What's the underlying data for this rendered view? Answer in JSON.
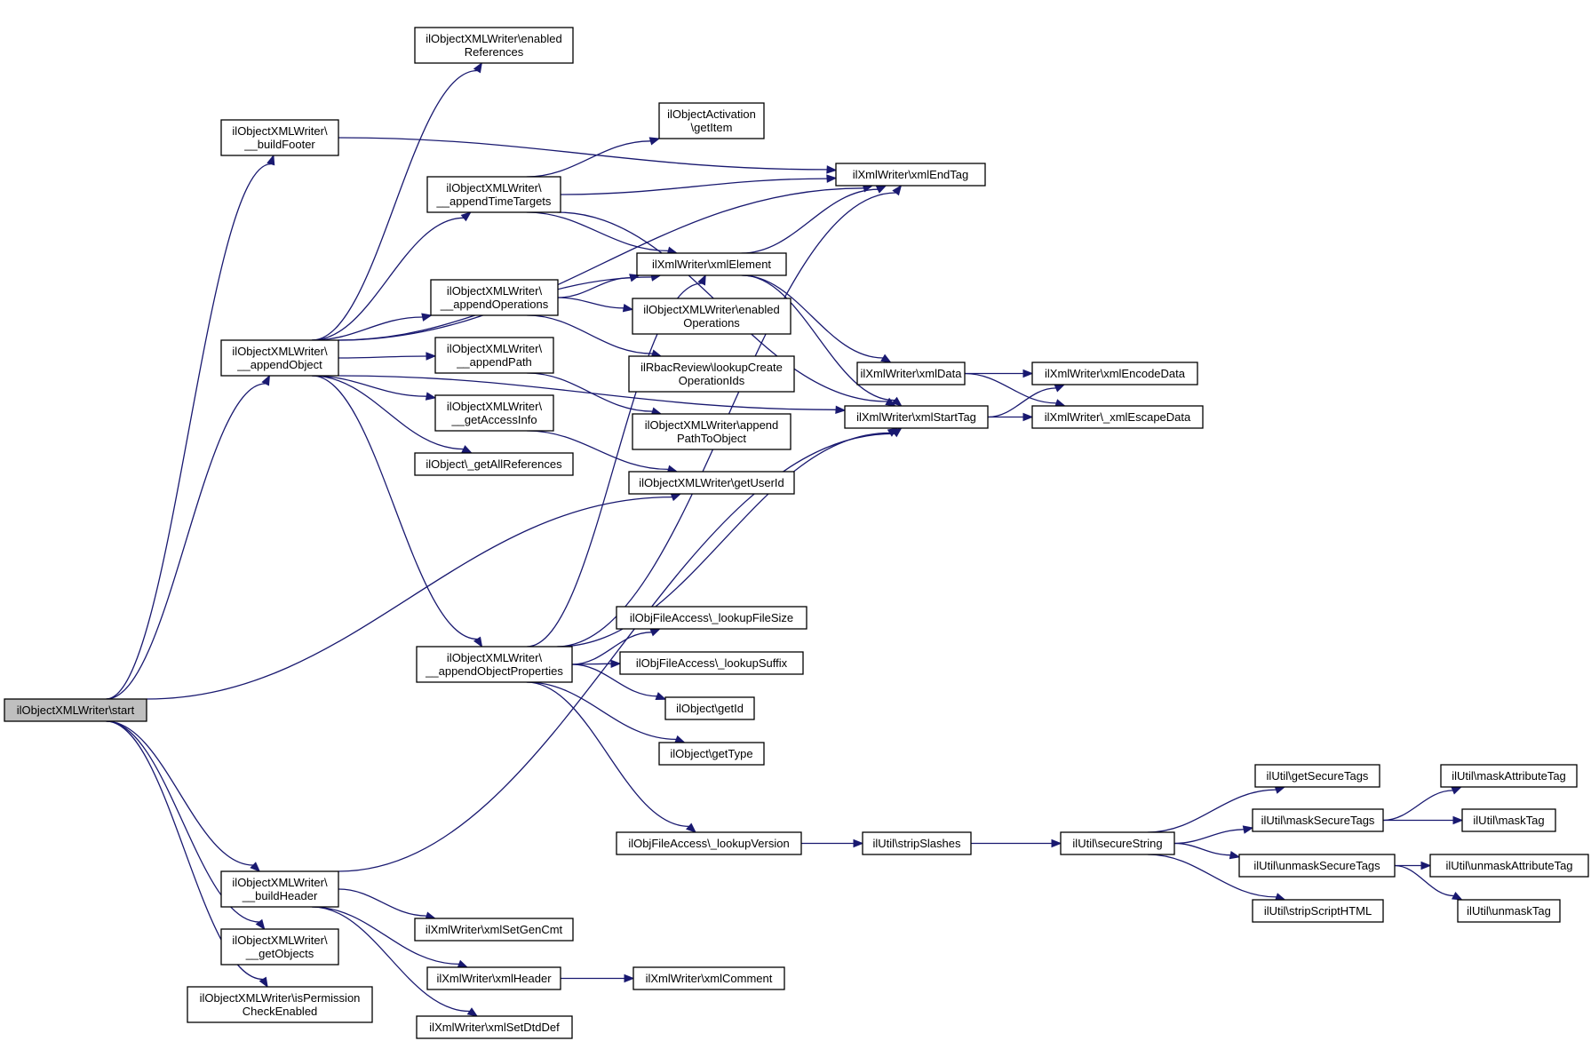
{
  "graph": {
    "nodes": [
      {
        "id": "start",
        "lines": [
          "ilObjectXMLWriter\\start"
        ],
        "root": true
      },
      {
        "id": "buildFooter",
        "lines": [
          "ilObjectXMLWriter\\",
          "__buildFooter"
        ]
      },
      {
        "id": "appendObject",
        "lines": [
          "ilObjectXMLWriter\\",
          "__appendObject"
        ]
      },
      {
        "id": "buildHeader",
        "lines": [
          "ilObjectXMLWriter\\",
          "__buildHeader"
        ]
      },
      {
        "id": "getObjects",
        "lines": [
          "ilObjectXMLWriter\\",
          "__getObjects"
        ]
      },
      {
        "id": "isPermission",
        "lines": [
          "ilObjectXMLWriter\\isPermission",
          "CheckEnabled"
        ]
      },
      {
        "id": "enabledReferences",
        "lines": [
          "ilObjectXMLWriter\\enabled",
          "References"
        ]
      },
      {
        "id": "appendTimeTargets",
        "lines": [
          "ilObjectXMLWriter\\",
          "__appendTimeTargets"
        ]
      },
      {
        "id": "appendOperations",
        "lines": [
          "ilObjectXMLWriter\\",
          "__appendOperations"
        ]
      },
      {
        "id": "appendPath",
        "lines": [
          "ilObjectXMLWriter\\",
          "__appendPath"
        ]
      },
      {
        "id": "getAccessInfo",
        "lines": [
          "ilObjectXMLWriter\\",
          "__getAccessInfo"
        ]
      },
      {
        "id": "getAllReferences",
        "lines": [
          "ilObject\\_getAllReferences"
        ]
      },
      {
        "id": "appendObjectProperties",
        "lines": [
          "ilObjectXMLWriter\\",
          "__appendObjectProperties"
        ]
      },
      {
        "id": "xmlSetGenCmt",
        "lines": [
          "ilXmlWriter\\xmlSetGenCmt"
        ]
      },
      {
        "id": "xmlHeader",
        "lines": [
          "ilXmlWriter\\xmlHeader"
        ]
      },
      {
        "id": "xmlSetDtdDef",
        "lines": [
          "ilXmlWriter\\xmlSetDtdDef"
        ]
      },
      {
        "id": "getItem",
        "lines": [
          "ilObjectActivation",
          "\\getItem"
        ]
      },
      {
        "id": "xmlElement",
        "lines": [
          "ilXmlWriter\\xmlElement"
        ]
      },
      {
        "id": "enabledOperations",
        "lines": [
          "ilObjectXMLWriter\\enabled",
          "Operations"
        ]
      },
      {
        "id": "lookupCreateOperationIds",
        "lines": [
          "ilRbacReview\\lookupCreate",
          "OperationIds"
        ]
      },
      {
        "id": "appendPathToObject",
        "lines": [
          "ilObjectXMLWriter\\append",
          "PathToObject"
        ]
      },
      {
        "id": "getUserId",
        "lines": [
          "ilObjectXMLWriter\\getUserId"
        ]
      },
      {
        "id": "lookupFileSize",
        "lines": [
          "ilObjFileAccess\\_lookupFileSize"
        ]
      },
      {
        "id": "lookupSuffix",
        "lines": [
          "ilObjFileAccess\\_lookupSuffix"
        ]
      },
      {
        "id": "getId",
        "lines": [
          "ilObject\\getId"
        ]
      },
      {
        "id": "getType",
        "lines": [
          "ilObject\\getType"
        ]
      },
      {
        "id": "lookupVersion",
        "lines": [
          "ilObjFileAccess\\_lookupVersion"
        ]
      },
      {
        "id": "xmlComment",
        "lines": [
          "ilXmlWriter\\xmlComment"
        ]
      },
      {
        "id": "xmlEndTag",
        "lines": [
          "ilXmlWriter\\xmlEndTag"
        ]
      },
      {
        "id": "xmlData",
        "lines": [
          "ilXmlWriter\\xmlData"
        ]
      },
      {
        "id": "xmlStartTag",
        "lines": [
          "ilXmlWriter\\xmlStartTag"
        ]
      },
      {
        "id": "stripSlashes",
        "lines": [
          "ilUtil\\stripSlashes"
        ]
      },
      {
        "id": "xmlEncodeData",
        "lines": [
          "ilXmlWriter\\xmlEncodeData"
        ]
      },
      {
        "id": "xmlEscapeData",
        "lines": [
          "ilXmlWriter\\_xmlEscapeData"
        ]
      },
      {
        "id": "secureString",
        "lines": [
          "ilUtil\\secureString"
        ]
      },
      {
        "id": "getSecureTags",
        "lines": [
          "ilUtil\\getSecureTags"
        ]
      },
      {
        "id": "maskSecureTags",
        "lines": [
          "ilUtil\\maskSecureTags"
        ]
      },
      {
        "id": "unmaskSecureTags",
        "lines": [
          "ilUtil\\unmaskSecureTags"
        ]
      },
      {
        "id": "stripScriptHTML",
        "lines": [
          "ilUtil\\stripScriptHTML"
        ]
      },
      {
        "id": "maskAttributeTag",
        "lines": [
          "ilUtil\\maskAttributeTag"
        ]
      },
      {
        "id": "maskTag",
        "lines": [
          "ilUtil\\maskTag"
        ]
      },
      {
        "id": "unmaskAttributeTag",
        "lines": [
          "ilUtil\\unmaskAttributeTag"
        ]
      },
      {
        "id": "unmaskTag",
        "lines": [
          "ilUtil\\unmaskTag"
        ]
      }
    ],
    "edges": [
      {
        "from": "start",
        "to": "buildFooter"
      },
      {
        "from": "start",
        "to": "appendObject"
      },
      {
        "from": "start",
        "to": "getUserId"
      },
      {
        "from": "start",
        "to": "buildHeader"
      },
      {
        "from": "start",
        "to": "getObjects"
      },
      {
        "from": "start",
        "to": "isPermission"
      },
      {
        "from": "buildFooter",
        "to": "xmlEndTag"
      },
      {
        "from": "appendObject",
        "to": "enabledReferences"
      },
      {
        "from": "appendObject",
        "to": "xmlEndTag"
      },
      {
        "from": "appendObject",
        "to": "appendTimeTargets"
      },
      {
        "from": "appendObject",
        "to": "xmlElement"
      },
      {
        "from": "appendObject",
        "to": "appendOperations"
      },
      {
        "from": "appendObject",
        "to": "appendPath"
      },
      {
        "from": "appendObject",
        "to": "getAccessInfo"
      },
      {
        "from": "appendObject",
        "to": "getAllReferences"
      },
      {
        "from": "appendObject",
        "to": "xmlStartTag"
      },
      {
        "from": "appendObject",
        "to": "appendObjectProperties"
      },
      {
        "from": "appendTimeTargets",
        "to": "getItem"
      },
      {
        "from": "appendTimeTargets",
        "to": "xmlEndTag"
      },
      {
        "from": "appendTimeTargets",
        "to": "xmlElement"
      },
      {
        "from": "appendTimeTargets",
        "to": "xmlStartTag"
      },
      {
        "from": "appendOperations",
        "to": "xmlElement"
      },
      {
        "from": "appendOperations",
        "to": "enabledOperations"
      },
      {
        "from": "appendOperations",
        "to": "lookupCreateOperationIds"
      },
      {
        "from": "appendPath",
        "to": "appendPathToObject"
      },
      {
        "from": "getAccessInfo",
        "to": "getUserId"
      },
      {
        "from": "appendObjectProperties",
        "to": "xmlElement"
      },
      {
        "from": "appendObjectProperties",
        "to": "xmlEndTag"
      },
      {
        "from": "appendObjectProperties",
        "to": "lookupFileSize"
      },
      {
        "from": "appendObjectProperties",
        "to": "lookupSuffix"
      },
      {
        "from": "appendObjectProperties",
        "to": "getId"
      },
      {
        "from": "appendObjectProperties",
        "to": "getType"
      },
      {
        "from": "appendObjectProperties",
        "to": "xmlStartTag"
      },
      {
        "from": "appendObjectProperties",
        "to": "lookupVersion"
      },
      {
        "from": "xmlElement",
        "to": "xmlEndTag"
      },
      {
        "from": "xmlElement",
        "to": "xmlData"
      },
      {
        "from": "xmlElement",
        "to": "xmlStartTag"
      },
      {
        "from": "xmlData",
        "to": "xmlEncodeData"
      },
      {
        "from": "xmlData",
        "to": "xmlEscapeData"
      },
      {
        "from": "xmlStartTag",
        "to": "xmlEncodeData"
      },
      {
        "from": "xmlStartTag",
        "to": "xmlEscapeData"
      },
      {
        "from": "buildHeader",
        "to": "xmlStartTag"
      },
      {
        "from": "buildHeader",
        "to": "xmlSetGenCmt"
      },
      {
        "from": "buildHeader",
        "to": "xmlHeader"
      },
      {
        "from": "buildHeader",
        "to": "xmlSetDtdDef"
      },
      {
        "from": "xmlHeader",
        "to": "xmlComment"
      },
      {
        "from": "lookupVersion",
        "to": "stripSlashes"
      },
      {
        "from": "stripSlashes",
        "to": "secureString"
      },
      {
        "from": "secureString",
        "to": "getSecureTags"
      },
      {
        "from": "secureString",
        "to": "maskSecureTags"
      },
      {
        "from": "secureString",
        "to": "unmaskSecureTags"
      },
      {
        "from": "secureString",
        "to": "stripScriptHTML"
      },
      {
        "from": "maskSecureTags",
        "to": "maskAttributeTag"
      },
      {
        "from": "maskSecureTags",
        "to": "maskTag"
      },
      {
        "from": "unmaskSecureTags",
        "to": "unmaskAttributeTag"
      },
      {
        "from": "unmaskSecureTags",
        "to": "unmaskTag"
      }
    ]
  }
}
